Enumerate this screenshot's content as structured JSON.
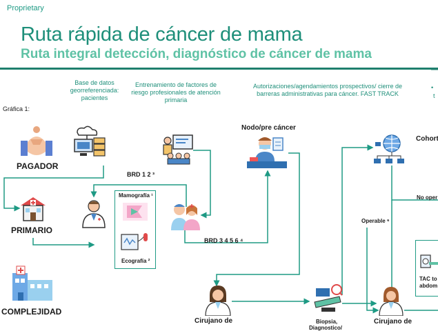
{
  "header": {
    "proprietary": "Proprietary",
    "title": "Ruta rápida de cáncer de mama",
    "subtitle": "Ruta integral detección, diagnóstico de cáncer de mama"
  },
  "notes": {
    "base_datos": "Base de datos georreferenciada: pacientes",
    "entrenamiento": "Entrenamiento de factores de riesgo profesionales de atención primaria",
    "autorizaciones": "Autorizaciones/agendamientos prospectivos/ cierre de barreras administrativas para cáncer. FAST TRACK",
    "edge_bullet": "•",
    "edge_t": "t"
  },
  "figure_label": "Gráfica 1:",
  "nodes": {
    "pagador": "PAGADOR",
    "primario": "PRIMARIO",
    "complejidad": "COMPLEJIDAD",
    "nodo_pre": "Nodo/pre cáncer",
    "cohort": "Cohort",
    "cirujano1": "Cirujano de",
    "cirujano2": "Cirujano de",
    "biopsia": "Biopsia,",
    "biopsia2": "Diagnostico/"
  },
  "labels": {
    "brd123": "BRD 1 2 ³",
    "brd3456": "BRD 3 4 5 6 ⁴",
    "mamografia": "Mamografía ¹",
    "ecografia": "Ecografía ²",
    "operable": "Operable ⁶",
    "no_oper": "No oper",
    "tac": "TAC to",
    "abdom": "abdom"
  },
  "colors": {
    "teal": "#1e9a84",
    "dark_teal": "#1e7f6d",
    "light_teal": "#5fc2a5"
  }
}
